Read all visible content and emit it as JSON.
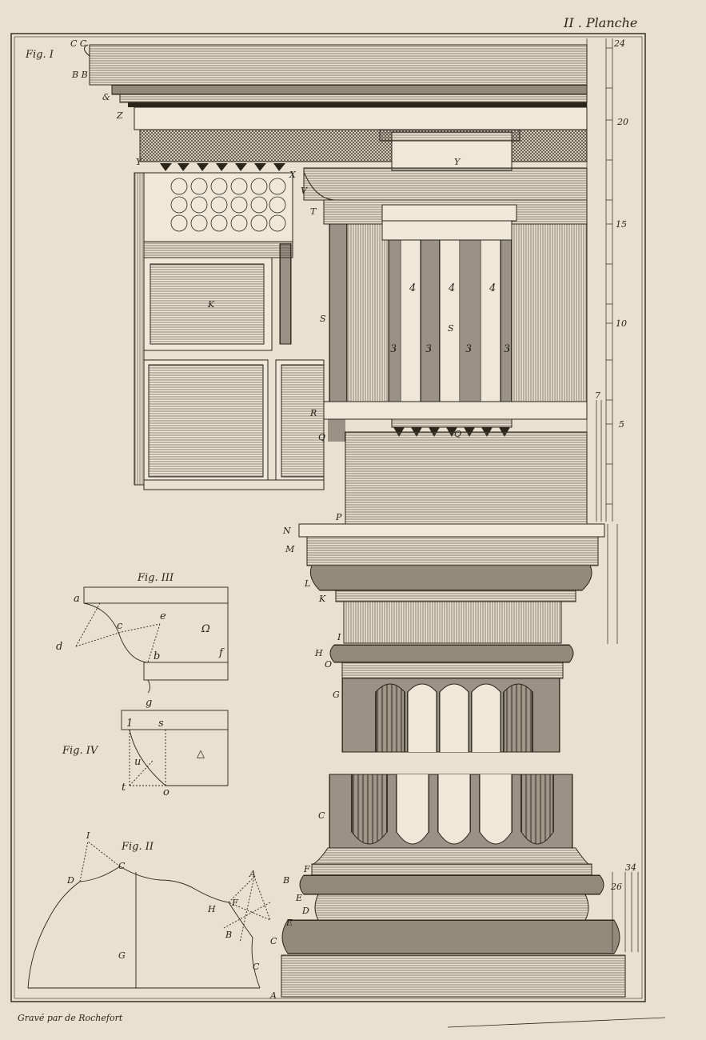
{
  "plate_title": "II . Planche",
  "credit": "Gravé par de Rochefort",
  "colors": {
    "paper": "#e9e1cf",
    "ink": "#2a241b",
    "hatch": "#6b6152"
  },
  "fig1": {
    "caption": "Fig. I",
    "scale_marks": [
      "24",
      "20",
      "15",
      "10",
      "5",
      "7"
    ],
    "labels": {
      "cc": "C C",
      "bb": "B B",
      "et": "&",
      "z": "Z",
      "y1": "Y",
      "y2": "Y",
      "x": "X",
      "v": "V",
      "t": "T",
      "k": "K",
      "s1": "S",
      "s2": "S",
      "r": "R",
      "q1": "Q",
      "q2": "Q",
      "p": "P",
      "n": "N",
      "m": "M",
      "l": "L",
      "k2": "K",
      "i": "I",
      "h": "H",
      "o": "O",
      "g": "G",
      "c": "C",
      "f": "F",
      "b": "B",
      "e": "E",
      "d": "D",
      "c2": "C",
      "e2": "E",
      "a": "A"
    },
    "triglyph_nums": [
      "4",
      "4",
      "4",
      "3",
      "3",
      "3",
      "3"
    ],
    "base_marks": [
      "34",
      "26"
    ]
  },
  "fig2": {
    "caption": "Fig. II",
    "labels": {
      "i": "I",
      "c": "C",
      "d": "D",
      "a": "A",
      "h": "H",
      "f": "F",
      "b": "B",
      "c2": "C",
      "g": "G"
    }
  },
  "fig3": {
    "caption": "Fig. III",
    "labels": {
      "a": "a",
      "c": "c",
      "e": "e",
      "d": "d",
      "b": "b",
      "f": "f",
      "g": "g"
    },
    "symbol": "Ω"
  },
  "fig4": {
    "caption": "Fig. IV",
    "labels": {
      "one": "1",
      "s": "s",
      "u": "u",
      "t": "t",
      "o": "o"
    },
    "symbol": "△"
  }
}
